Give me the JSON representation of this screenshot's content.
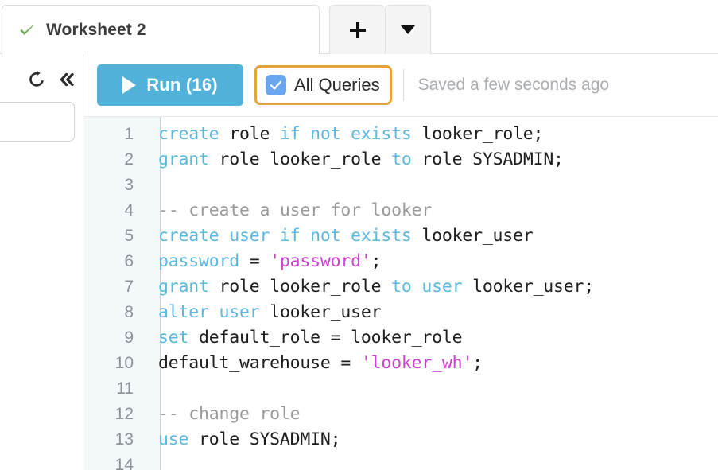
{
  "tabbar": {
    "active_tab": {
      "title": "Worksheet 2",
      "status_icon": "check-icon",
      "status_color": "#6aae4f"
    },
    "add_button": {
      "icon": "plus-icon",
      "label": "+"
    },
    "menu_button": {
      "icon": "chevron-down-icon",
      "label": "▼"
    }
  },
  "left_rail": {
    "refresh_icon": "refresh-icon",
    "collapse_icon": "double-chevron-left-icon",
    "search_input_value": ""
  },
  "toolbar": {
    "run": {
      "label": "Run (16)",
      "icon": "play-icon",
      "color": "#52b1d8"
    },
    "all_queries": {
      "label": "All Queries",
      "checked": true,
      "checkbox_color": "#6aa6f0",
      "focus_ring_color": "#e3a53b"
    },
    "saved_status": "Saved a few seconds ago"
  },
  "editor": {
    "language": "sql",
    "colors": {
      "keyword": "#5cb8dd",
      "string": "#cf3fd1",
      "comment": "#9b9b9b",
      "plain": "#1d1d1d",
      "gutter_bg": "#f3f8fa",
      "line_number": "#8c9296"
    },
    "lines": [
      {
        "n": "1",
        "tokens": [
          {
            "t": "kw",
            "v": "create"
          },
          {
            "t": "pln",
            "v": " role "
          },
          {
            "t": "kw",
            "v": "if not exists"
          },
          {
            "t": "pln",
            "v": " looker_role;"
          }
        ]
      },
      {
        "n": "2",
        "tokens": [
          {
            "t": "kw",
            "v": "grant"
          },
          {
            "t": "pln",
            "v": " role looker_role "
          },
          {
            "t": "kw",
            "v": "to"
          },
          {
            "t": "pln",
            "v": " role SYSADMIN;"
          }
        ]
      },
      {
        "n": "3",
        "tokens": []
      },
      {
        "n": "4",
        "tokens": [
          {
            "t": "cmt",
            "v": "-- create a user for looker"
          }
        ]
      },
      {
        "n": "5",
        "tokens": [
          {
            "t": "kw",
            "v": "create user if not exists"
          },
          {
            "t": "pln",
            "v": " looker_user"
          }
        ]
      },
      {
        "n": "6",
        "tokens": [
          {
            "t": "kw",
            "v": "password"
          },
          {
            "t": "pln",
            "v": " = "
          },
          {
            "t": "str",
            "v": "'password'"
          },
          {
            "t": "pln",
            "v": ";"
          }
        ]
      },
      {
        "n": "7",
        "tokens": [
          {
            "t": "kw",
            "v": "grant"
          },
          {
            "t": "pln",
            "v": " role looker_role "
          },
          {
            "t": "kw",
            "v": "to user"
          },
          {
            "t": "pln",
            "v": " looker_user;"
          }
        ]
      },
      {
        "n": "8",
        "tokens": [
          {
            "t": "kw",
            "v": "alter user"
          },
          {
            "t": "pln",
            "v": " looker_user"
          }
        ]
      },
      {
        "n": "9",
        "tokens": [
          {
            "t": "kw",
            "v": "set"
          },
          {
            "t": "pln",
            "v": " default_role = looker_role"
          }
        ]
      },
      {
        "n": "10",
        "tokens": [
          {
            "t": "pln",
            "v": "default_warehouse = "
          },
          {
            "t": "str",
            "v": "'looker_wh'"
          },
          {
            "t": "pln",
            "v": ";"
          }
        ]
      },
      {
        "n": "11",
        "tokens": []
      },
      {
        "n": "12",
        "tokens": [
          {
            "t": "cmt",
            "v": "-- change role"
          }
        ]
      },
      {
        "n": "13",
        "tokens": [
          {
            "t": "kw",
            "v": "use"
          },
          {
            "t": "pln",
            "v": " role SYSADMIN;"
          }
        ]
      },
      {
        "n": "14",
        "tokens": []
      }
    ]
  }
}
